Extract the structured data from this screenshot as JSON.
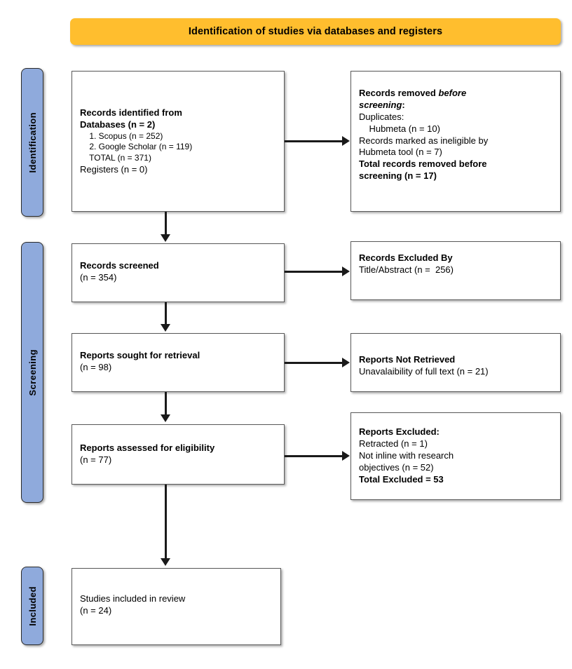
{
  "banner": {
    "title": "Identification of studies via databases and registers",
    "color": "#ffbe2e"
  },
  "stages": {
    "identification": "Identification",
    "screening": "Screening",
    "included": "Included",
    "color": "#8faadc"
  },
  "boxes": {
    "identified": {
      "l1": "Records identified from",
      "l2": "Databases (n = 2)",
      "l3": "    1. Scopus (n = 252)",
      "l4": "    2. Google Scholar (n = 119)",
      "l5": "    TOTAL (n = 371)",
      "l6": "Registers (n = 0)"
    },
    "removed": {
      "l1": "Records removed ",
      "l1i": "before",
      "l2i": "screening",
      "l2b": ":",
      "l3": "Duplicates:",
      "l4": "    Hubmeta (n = 10)",
      "l5": "Records marked as ineligible by",
      "l6": "Hubmeta tool (n = 7)",
      "l7": "Total records removed before",
      "l8": "screening (n = 17)"
    },
    "screened": {
      "l1": "Records screened",
      "l2": "(n = 354)"
    },
    "excluded_title": {
      "l1": "Records Excluded By",
      "l2": "Title/Abstract (n =  256)"
    },
    "sought": {
      "l1": "Reports sought for retrieval",
      "l2": "(n = 98)"
    },
    "not_retrieved": {
      "l1": "Reports Not Retrieved",
      "l2": "Unavalaibility of full text (n = 21)"
    },
    "assessed": {
      "l1": "Reports assessed for eligibility",
      "l2": "(n = 77)"
    },
    "excluded_reports": {
      "l1": "Reports Excluded:",
      "l2": "Retracted (n = 1)",
      "l3": "Not inline with research",
      "l4": "objectives (n = 52)",
      "l5": "Total Excluded = 53"
    },
    "included": {
      "l1": "Studies included in review",
      "l2": "(n = 24)"
    }
  }
}
